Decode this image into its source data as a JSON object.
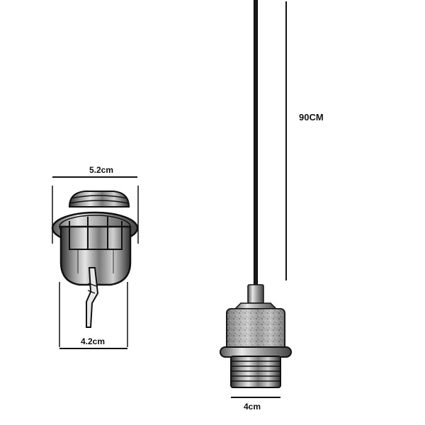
{
  "dimensions": {
    "cord_length": "90CM",
    "socket_width_top": "5.2cm",
    "socket_width_bottom": "4.2cm",
    "holder_width": "4cm"
  },
  "colors": {
    "line": "#111111",
    "metal_dark": "#3a3a3a",
    "metal_mid": "#8a8a8a",
    "metal_light": "#d8d8d8",
    "background": "#ffffff"
  }
}
